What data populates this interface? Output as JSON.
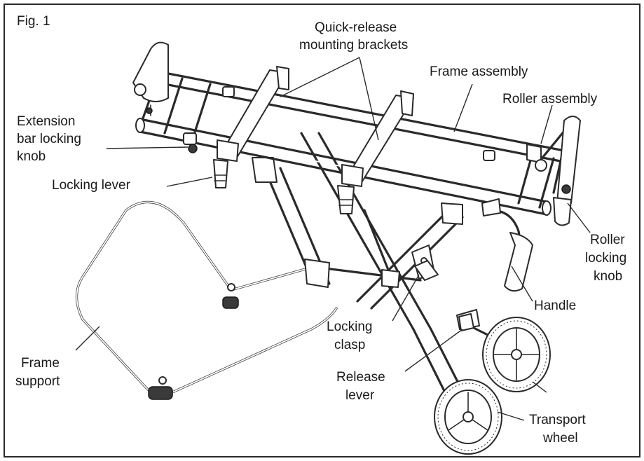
{
  "figure": {
    "title": "Fig. 1",
    "labels": {
      "quick_release_line1": "Quick-release",
      "quick_release_line2": "mounting brackets",
      "frame_assembly": "Frame assembly",
      "roller_assembly": "Roller assembly",
      "extension_line1": "Extension",
      "extension_line2": "bar locking",
      "extension_line3": "knob",
      "locking_lever": "Locking lever",
      "roller_knob_line1": "Roller",
      "roller_knob_line2": "locking",
      "roller_knob_line3": "knob",
      "handle": "Handle",
      "locking_clasp_line1": "Locking",
      "locking_clasp_line2": "clasp",
      "frame_support_line1": "Frame",
      "frame_support_line2": "support",
      "release_lever_line1": "Release",
      "release_lever_line2": "lever",
      "transport_wheel_line1": "Transport",
      "transport_wheel_line2": "wheel"
    }
  }
}
